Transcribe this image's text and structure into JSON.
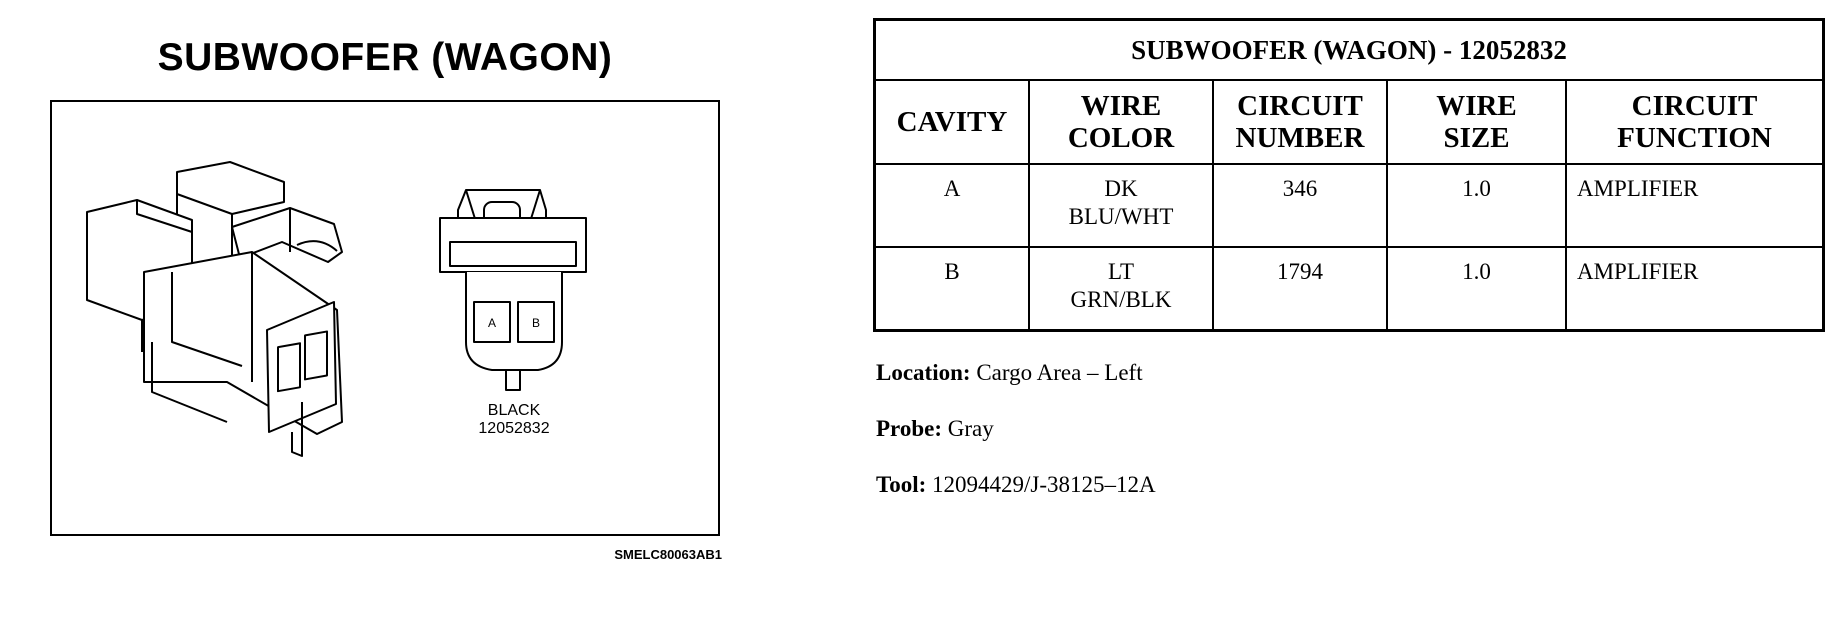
{
  "figure": {
    "title": "SUBWOOFER (WAGON)",
    "cavity_labels": [
      "A",
      "B"
    ],
    "connector_color": "BLACK",
    "connector_part": "12052832",
    "figure_code": "SMELC80063AB1"
  },
  "table": {
    "title": "SUBWOOFER (WAGON) - 12052832",
    "headers": {
      "cavity": "CAVITY",
      "wire_color_1": "WIRE",
      "wire_color_2": "COLOR",
      "circuit_number_1": "CIRCUIT",
      "circuit_number_2": "NUMBER",
      "wire_size_1": "WIRE",
      "wire_size_2": "SIZE",
      "circuit_function_1": "CIRCUIT",
      "circuit_function_2": "FUNCTION"
    },
    "rows": [
      {
        "cavity": "A",
        "wire_color_1": "DK",
        "wire_color_2": "BLU/WHT",
        "circuit_number": "346",
        "wire_size": "1.0",
        "circuit_function": "AMPLIFIER"
      },
      {
        "cavity": "B",
        "wire_color_1": "LT",
        "wire_color_2": "GRN/BLK",
        "circuit_number": "1794",
        "wire_size": "1.0",
        "circuit_function": "AMPLIFIER"
      }
    ]
  },
  "info": {
    "location_label": "Location:",
    "location_value": "Cargo Area – Left",
    "probe_label": "Probe:",
    "probe_value": "Gray",
    "tool_label": "Tool:",
    "tool_value": "12094429/J-38125–12A"
  }
}
